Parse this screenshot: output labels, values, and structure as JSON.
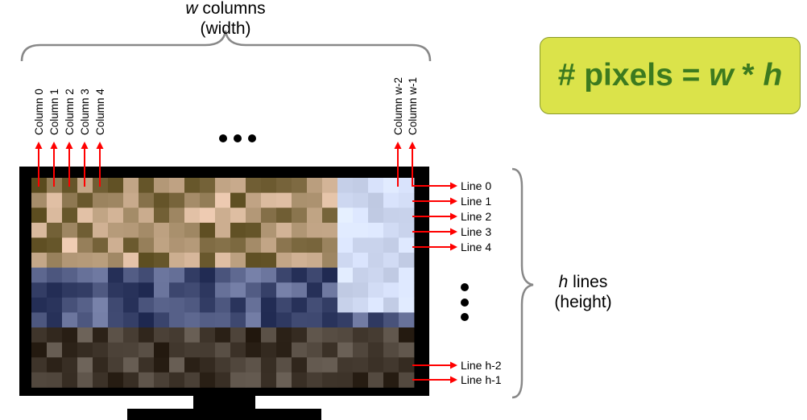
{
  "top": {
    "var": "w",
    "rest": " columns",
    "sub": "(width)"
  },
  "right": {
    "var": "h",
    "rest": " lines",
    "sub": "(height)"
  },
  "formula": {
    "prefix": "# pixels = ",
    "var_w": "w",
    "times": " * ",
    "var_h": "h"
  },
  "columns": [
    "Column 0",
    "Column 1",
    "Column 2",
    "Column 3",
    "Column 4",
    "Column w-2",
    "Column w-1"
  ],
  "lines": [
    "Line 0",
    "Line 1",
    "Line 2",
    "Line 3",
    "Line 4",
    "Line h-2",
    "Line h-1"
  ],
  "colors": {
    "arrow": "#ff0000",
    "screen_frame": "#000000",
    "brace": "#888888",
    "formula_fill": "#dbe34a",
    "formula_text": "#3c7a1f"
  }
}
